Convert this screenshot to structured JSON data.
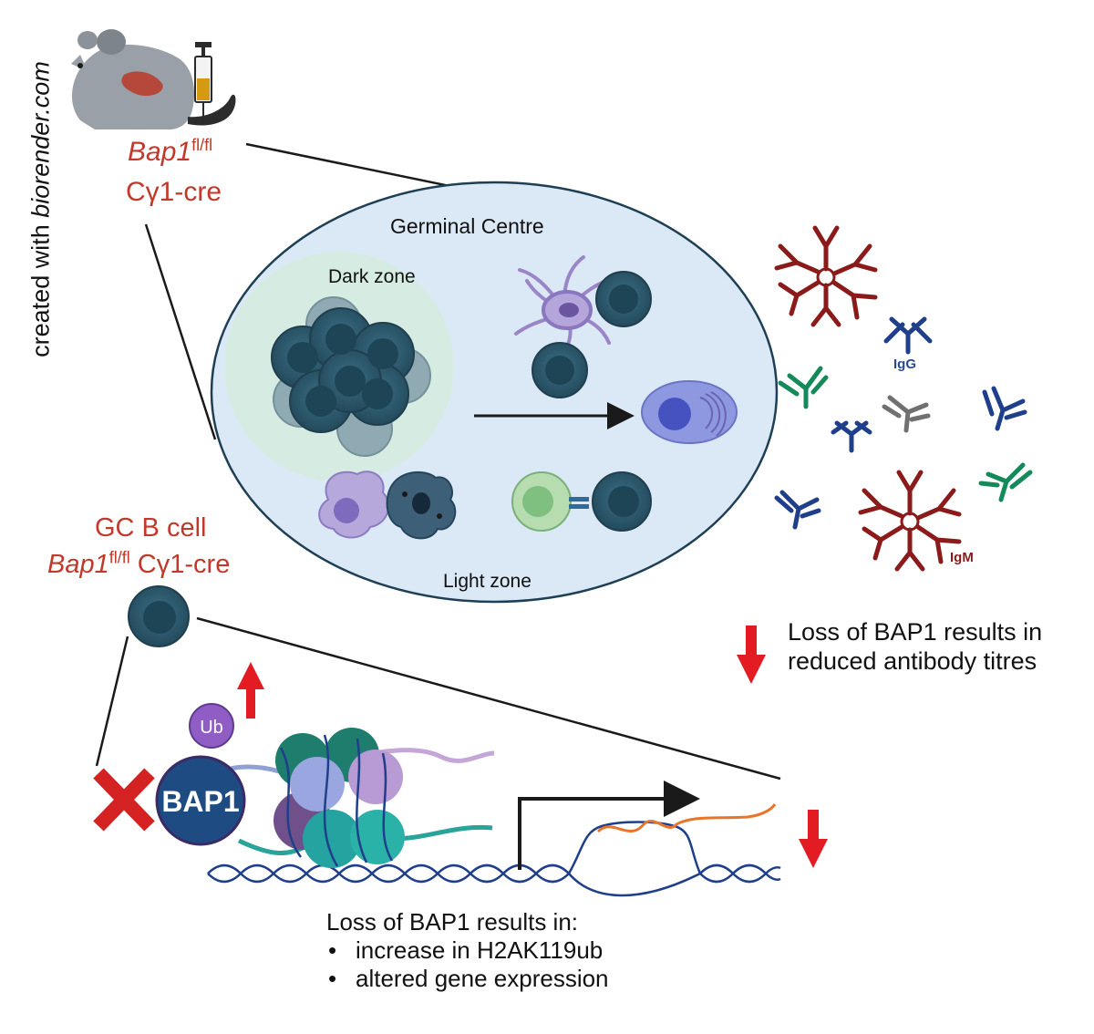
{
  "credit": {
    "prefix": "created with ",
    "brand": "biorender.com"
  },
  "mouse": {
    "gene": "Bap1",
    "sup": "fl/fl",
    "cre": "Cγ1-cre"
  },
  "germinal_centre": {
    "title": "Germinal Centre",
    "dark_zone": "Dark zone",
    "light_zone": "Light zone"
  },
  "gc_b_cell": {
    "line1": "GC B cell",
    "gene": "Bap1",
    "sup": "fl/fl",
    "cre": " Cγ1-cre"
  },
  "antibodies": {
    "igg_label": "IgG",
    "igm_label": "IgM"
  },
  "titre_text": {
    "line1": "Loss of BAP1 results in",
    "line2": "reduced antibody titres"
  },
  "molecular": {
    "bap1_label": "BAP1",
    "ub_label": "Ub"
  },
  "bottom_text": {
    "heading": "Loss of BAP1 results in:",
    "bullets": [
      "increase in H2AK119ub",
      "altered gene expression"
    ]
  },
  "colors": {
    "red_accent": "#c0392b",
    "arrow_red": "#e31b23",
    "gc_fill": "#dbe9f6",
    "dark_zone_fill": "#d6ece0",
    "cell_dark": "#2b5568",
    "igm": "#8b1a1a",
    "igg": "#1f3f8a",
    "green_ab": "#148a5a",
    "bap1": "#1d4b82",
    "ub": "#8f5dc4"
  }
}
